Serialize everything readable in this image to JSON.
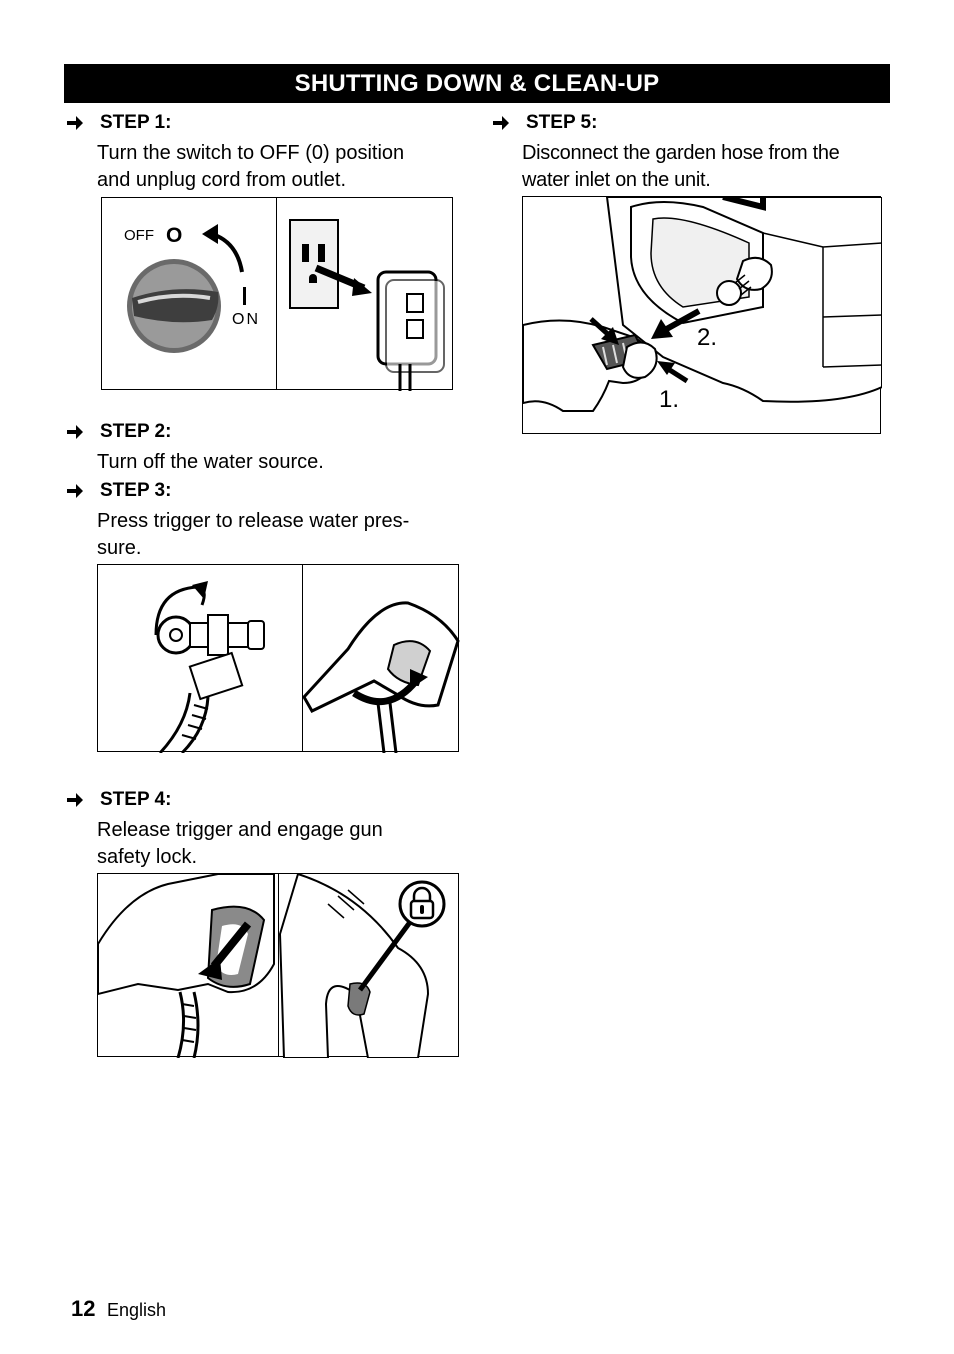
{
  "section_title": "SHUTTING DOWN & CLEAN-UP",
  "steps": [
    {
      "label": "STEP 1:",
      "lines": [
        "Turn the switch to OFF (0) position",
        "and unplug cord from outlet."
      ]
    },
    {
      "label": "STEP 2:",
      "lines": [
        "Turn off the water source."
      ]
    },
    {
      "label": "STEP 3:",
      "lines": [
        "Press trigger to release water pres-",
        "sure."
      ]
    },
    {
      "label": "STEP 4:",
      "lines": [
        "Release trigger and engage gun",
        "safety lock."
      ]
    },
    {
      "label": "STEP 5:",
      "lines": [
        "Disconnect the garden hose from the",
        "water inlet on the unit."
      ]
    }
  ],
  "figure_labels": {
    "switch_off": "OFF",
    "switch_off_symbol": "O",
    "switch_on": "ON",
    "callout_1": "1.",
    "callout_2": "2."
  },
  "footer": {
    "page_number": "12",
    "language": "English"
  },
  "icons": {
    "step_bullet": "right-arrow-icon",
    "lock": "padlock-icon"
  }
}
